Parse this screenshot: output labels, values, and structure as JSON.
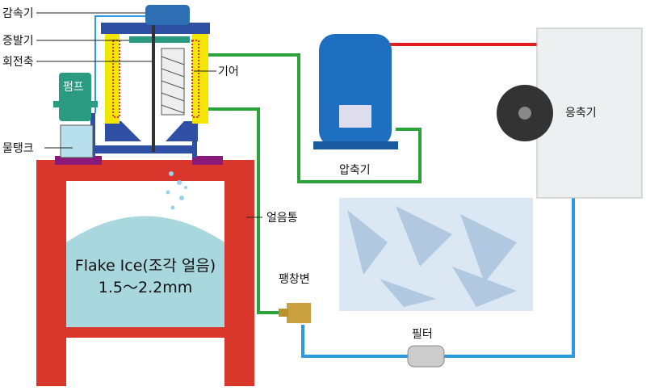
{
  "labels": {
    "reducer": "감속기",
    "evaporator": "증발기",
    "shaft": "회전축",
    "gear": "기어",
    "pump": "펌프",
    "water_tank": "물탱크",
    "compressor": "압축기",
    "condenser": "응축기",
    "ice_bin": "얼음통",
    "expansion_valve": "팽창변",
    "filter": "필터",
    "flake_ice": "Flake Ice(조각 얼음)",
    "size": "1.5～2.2mm"
  },
  "colors": {
    "bin": "#d9372b",
    "ice": "#a9d7de",
    "frame": "#2e4fa3",
    "evaporator": "#f3e600",
    "pad": "#8a1a7a",
    "hot_line": "#e02020",
    "suction_line": "#2aa33a",
    "liquid_line": "#2b9ae0"
  }
}
